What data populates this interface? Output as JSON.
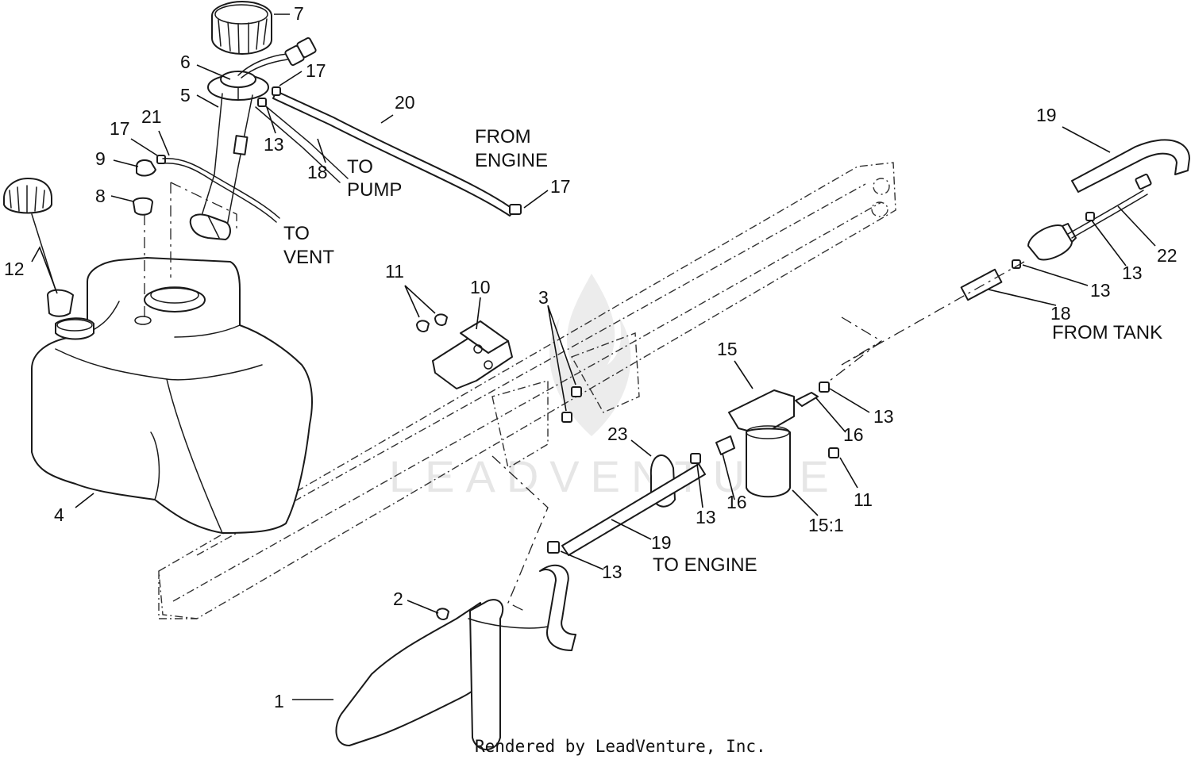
{
  "callouts": {
    "c1": "1",
    "c2": "2",
    "c3": "3",
    "c4": "4",
    "c5": "5",
    "c6": "6",
    "c7": "7",
    "c8": "8",
    "c9": "9",
    "c10": "10",
    "c11a": "11",
    "c11b": "11",
    "c12": "12",
    "c13a": "13",
    "c13b": "13",
    "c13c": "13",
    "c13d": "13",
    "c13e": "13",
    "c13f": "13",
    "c15": "15",
    "c15_1": "15:1",
    "c16a": "16",
    "c16b": "16",
    "c17a": "17",
    "c17b": "17",
    "c17c": "17",
    "c18a": "18",
    "c18b": "18",
    "c19a": "19",
    "c19b": "19",
    "c20": "20",
    "c21": "21",
    "c22": "22",
    "c23": "23"
  },
  "notes": {
    "from_engine_1": "FROM",
    "from_engine_2": "ENGINE",
    "to_pump_1": "TO",
    "to_pump_2": "PUMP",
    "to_vent_1": "TO",
    "to_vent_2": "VENT",
    "from_tank": "FROM TANK",
    "to_engine": "TO ENGINE"
  },
  "watermark": "LEADVENTURE",
  "footer": {
    "credit": "Rendered by LeadVenture, Inc."
  },
  "colors": {
    "line": "#1a1a1a",
    "background": "#ffffff",
    "watermark": "#e6e6e6"
  }
}
